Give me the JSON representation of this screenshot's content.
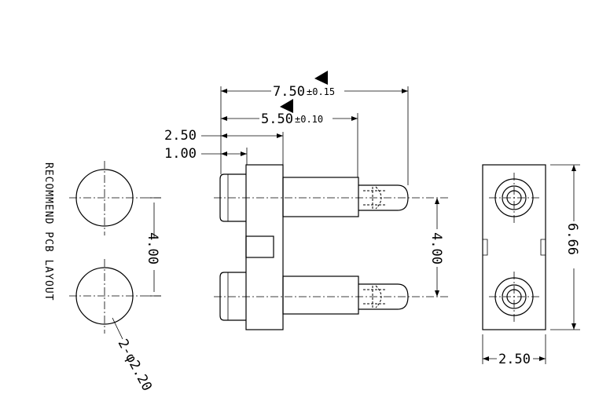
{
  "pcb_layout": {
    "title": "RECOMMEND PCB LAYOUT",
    "pitch": "4.00",
    "hole_note": "2-φ2.20"
  },
  "side_view": {
    "overall_length": "7.50",
    "overall_tol": "±0.15",
    "pin_length": "5.50",
    "pin_tol": "±0.10",
    "body_offset": "2.50",
    "flange_offset": "1.00",
    "pitch": "4.00"
  },
  "end_view": {
    "height": "6.66",
    "width": "2.50"
  }
}
